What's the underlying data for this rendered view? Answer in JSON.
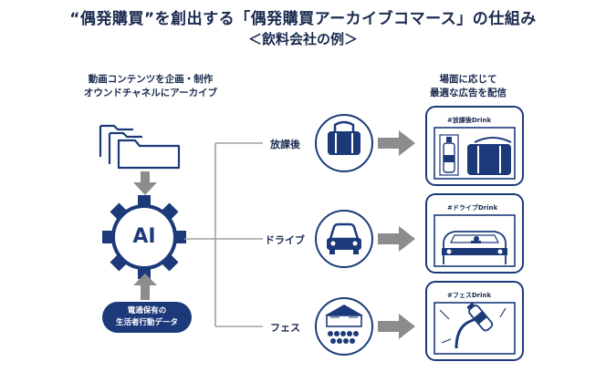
{
  "header": {
    "title": "“偶発購買”を創出する「偶発購買アーカイブコマース」の仕組み",
    "subtitle": "＜飲料会社の例＞"
  },
  "left": {
    "top_label_line1": "動画コンテンツを企画・制作",
    "top_label_line2": "オウンドチャネルにアーカイブ",
    "ai_label": "AI",
    "data_pill_line1": "電通保有の",
    "data_pill_line2": "生活者行動データ"
  },
  "right": {
    "label_line1": "場面に応じて",
    "label_line2": "最適な広告を配信"
  },
  "scenes": [
    {
      "name": "放課後",
      "tag": "#放課後Drink"
    },
    {
      "name": "ドライブ",
      "tag": "#ドライブDrink"
    },
    {
      "name": "フェス",
      "tag": "#フェスDrink"
    }
  ],
  "colors": {
    "navy": "#1c3a7a",
    "arrow_gray": "#8c8c8c",
    "line_gray": "#a0a0a0"
  }
}
